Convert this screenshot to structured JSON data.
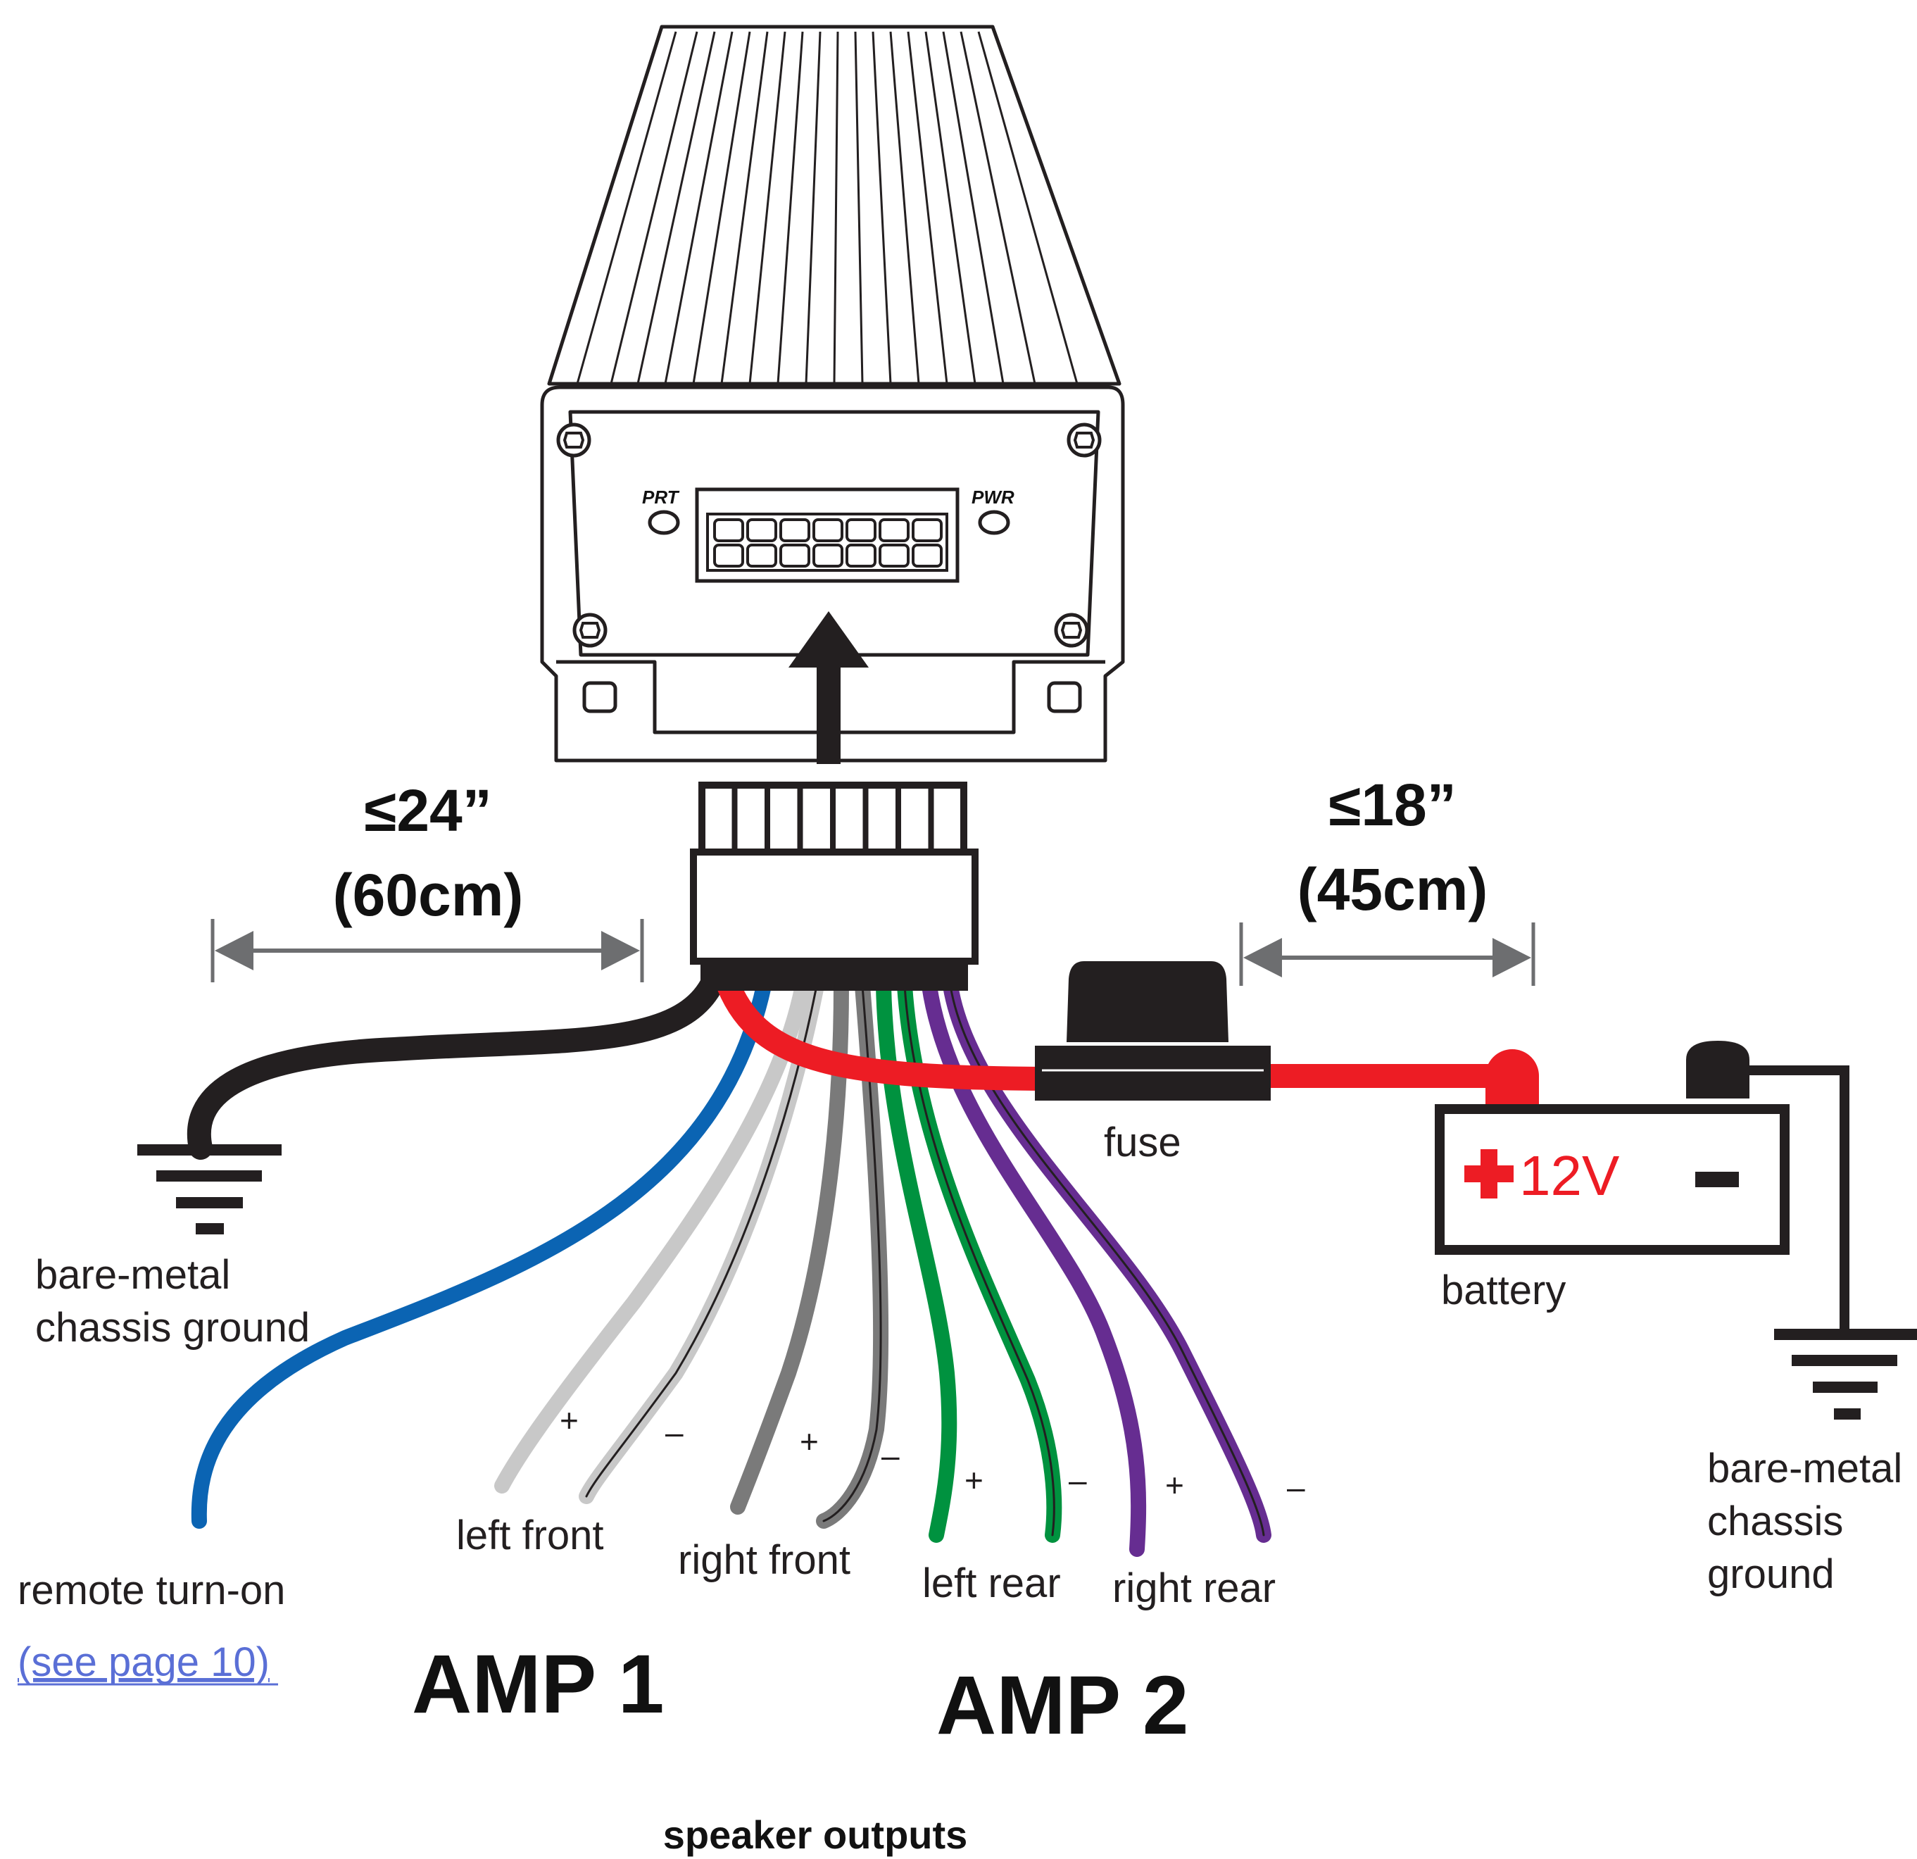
{
  "amplifier": {
    "led_prt": "PRT",
    "led_pwr": "PWR"
  },
  "measurements": {
    "left_max": "≤24”",
    "left_metric": "(60cm)",
    "right_max": "≤18”",
    "right_metric": "(45cm)"
  },
  "labels": {
    "fuse": "fuse",
    "battery": "battery",
    "battery_positive": "12V",
    "ground_left_line1": "bare-metal",
    "ground_left_line2": "chassis ground",
    "ground_right_line1": "bare-metal",
    "ground_right_line2": "chassis",
    "ground_right_line3": "ground",
    "remote": "remote turn-on",
    "remote_link": "(see page 10)",
    "left_front": "left front",
    "right_front": "right front",
    "left_rear": "left rear",
    "right_rear": "right rear",
    "plus": "+",
    "minus": "–",
    "amp1": "AMP 1",
    "amp2": "AMP 2",
    "speaker_outputs": "speaker outputs"
  },
  "colors": {
    "black_wire": "#231f20",
    "red_wire": "#ed1c24",
    "blue_wire": "#0b64b3",
    "light_gray_wire": "#c8c8c8",
    "gray_wire": "#7a7a7a",
    "green_wire": "#00923f",
    "purple_wire": "#662d91",
    "dimension_gray": "#6d6e70",
    "link": "#5a6fd6"
  }
}
